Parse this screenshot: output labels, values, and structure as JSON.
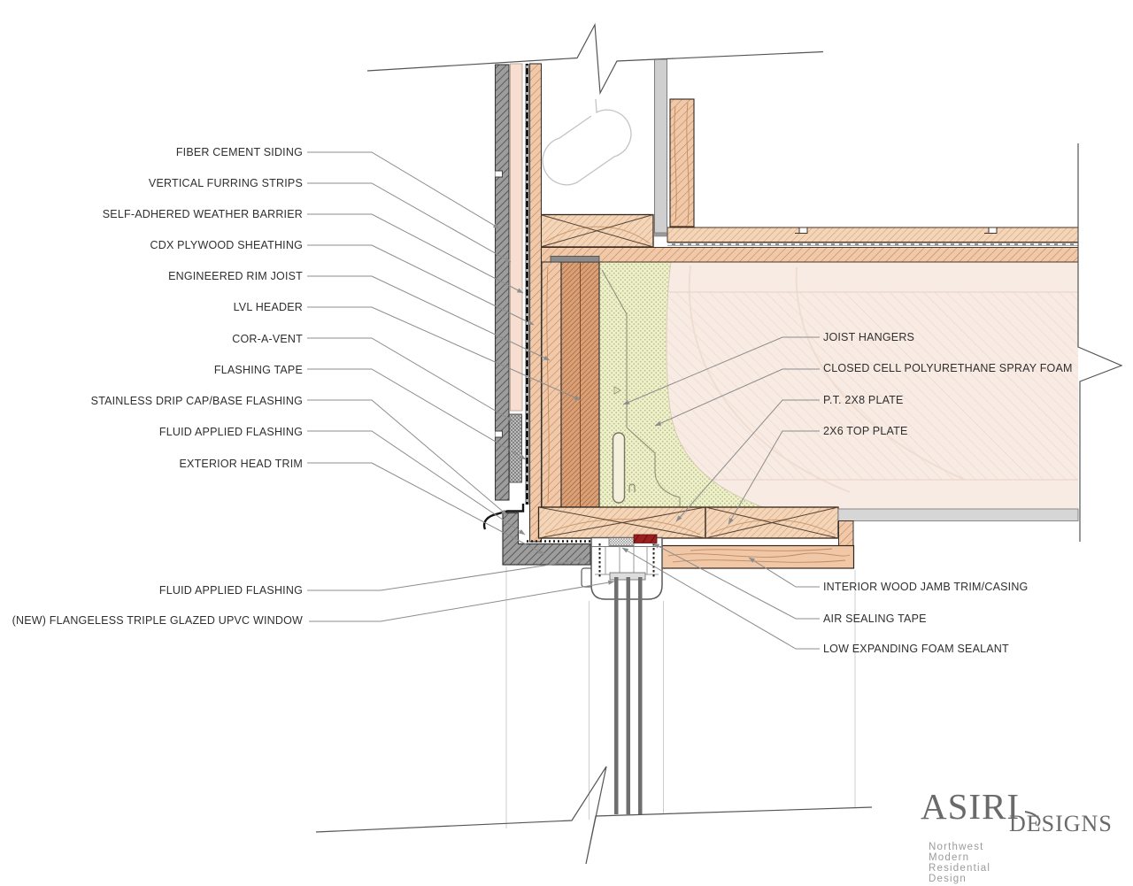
{
  "labels_left": [
    "FIBER CEMENT SIDING",
    "VERTICAL FURRING STRIPS",
    "SELF-ADHERED WEATHER BARRIER",
    "CDX PLYWOOD SHEATHING",
    "ENGINEERED RIM JOIST",
    "LVL HEADER",
    "COR-A-VENT",
    "FLASHING TAPE",
    "STAINLESS DRIP CAP/BASE FLASHING",
    "FLUID APPLIED FLASHING",
    "EXTERIOR HEAD TRIM",
    "FLUID APPLIED FLASHING",
    "(NEW) FLANGELESS TRIPLE GLAZED UPVC WINDOW"
  ],
  "labels_right": [
    "JOIST HANGERS",
    "CLOSED CELL POLYURETHANE SPRAY FOAM",
    "P.T. 2X8 PLATE",
    "2X6 TOP PLATE",
    "INTERIOR WOOD JAMB TRIM/CASING",
    "AIR SEALING TAPE",
    "LOW EXPANDING FOAM SEALANT"
  ],
  "logo": {
    "brand": "ASIRI",
    "brand_suffix": "DESIGNS",
    "tagline": "Northwest  Modern  Residential  Design"
  },
  "colors": {
    "foam": "#eff1cb",
    "wood_light": "#f1c9a8",
    "wood_lvl": "#d9a077",
    "trim_gray": "#9b9b9b",
    "tape_red": "#9c1f1f",
    "drywall": "#cfcfcf",
    "leader": "#8c8c8c",
    "text": "#2f2f2f",
    "logo_gray": "#6a6a6a",
    "tagline_gray": "#9b9b9b"
  }
}
